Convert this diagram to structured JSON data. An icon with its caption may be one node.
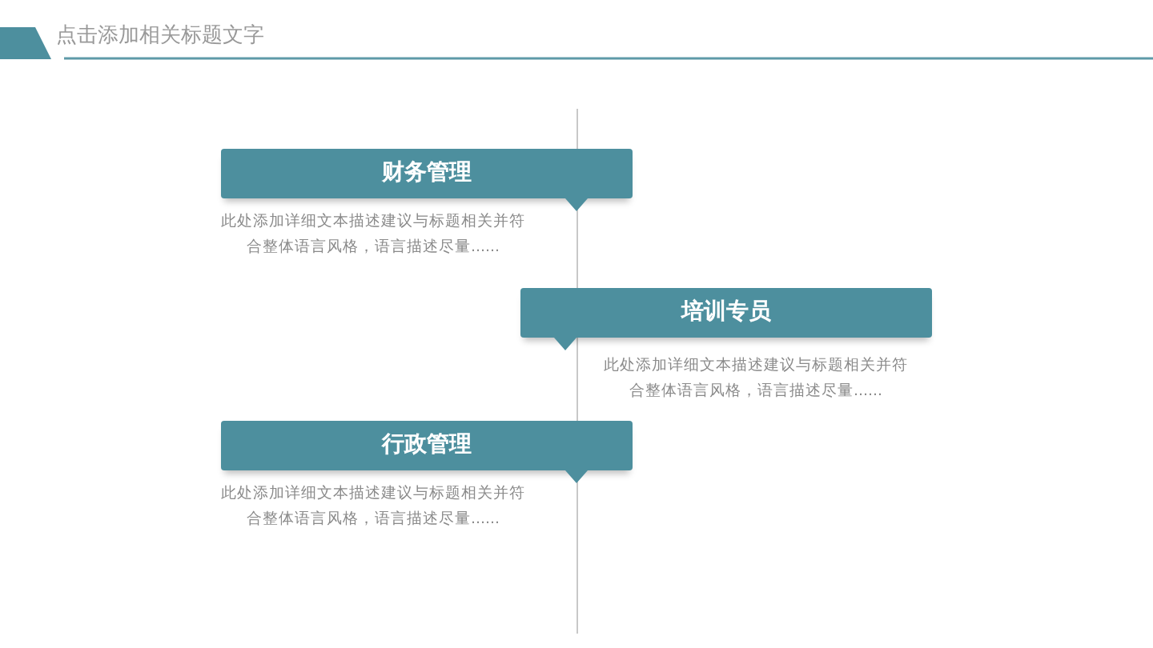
{
  "diagram": {
    "title": "点击添加相关标题文字",
    "nodes": [
      {
        "text": [
          "财务管理",
          "此处添加详细文本描述建议与标题相关并符合整体语言风格，语言描述尽量......"
        ]
      },
      {
        "text": [
          "培训专员",
          "此处添加详细文本描述建议与标题相关并符合整体语言风格，语言描述尽量......"
        ]
      },
      {
        "text": [
          "行政管理",
          "此处添加详细文本描述建议与标题相关并符合整体语言风格，语言描述尽量......"
        ]
      }
    ]
  }
}
